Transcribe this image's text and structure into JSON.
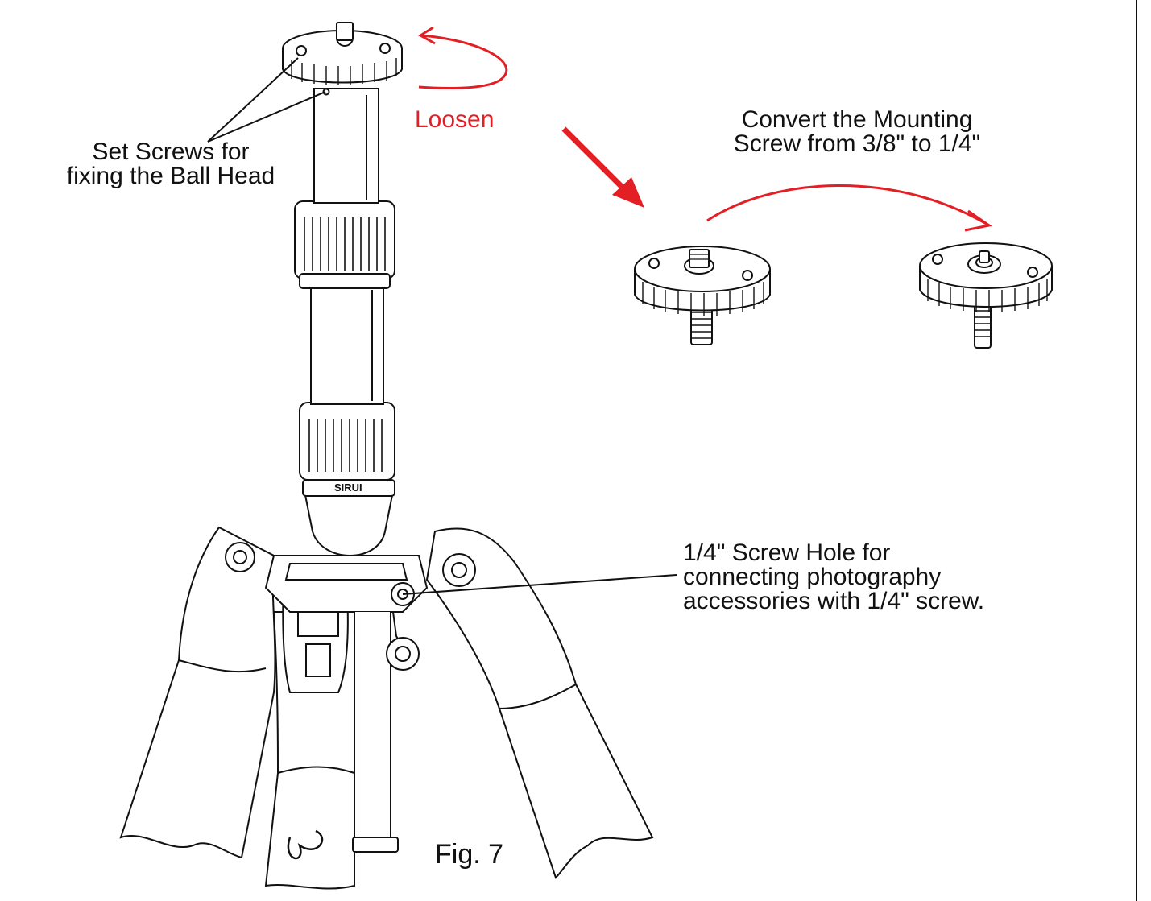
{
  "labels": {
    "set_screws": [
      "Set Screws for",
      "fixing the Ball Head"
    ],
    "loosen": "Loosen",
    "convert": [
      "Convert the Mounting",
      "Screw from 3/8\" to 1/4\""
    ],
    "screw_hole": [
      "1/4\" Screw Hole for",
      "connecting photography",
      "accessories with 1/4\" screw."
    ],
    "brand_band": "SIRUI",
    "figure": "Fig. 7"
  },
  "colors": {
    "line": "#111111",
    "accent_red": "#e31e24",
    "background": "#ffffff"
  }
}
